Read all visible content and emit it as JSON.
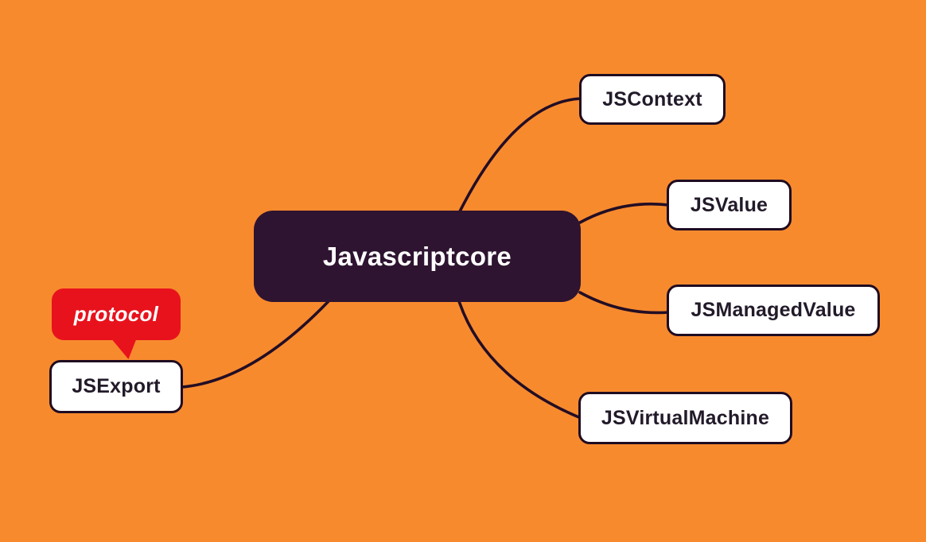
{
  "colors": {
    "background": "#F88A2E",
    "root-fill": "#2E1430",
    "root-text": "#FFFFFF",
    "node-fill": "#FFFFFF",
    "node-border": "#1F0C21",
    "node-text": "#221A29",
    "connector": "#230E24",
    "tag-fill": "#E8121C",
    "tag-text": "#FFFFFF"
  },
  "mindmap": {
    "root": {
      "label": "Javascriptcore"
    },
    "branches": [
      {
        "label": "JSContext"
      },
      {
        "label": "JSValue"
      },
      {
        "label": "JSManagedValue"
      },
      {
        "label": "JSVirtualMachine"
      },
      {
        "label": "JSExport",
        "tag": "protocol"
      }
    ]
  }
}
